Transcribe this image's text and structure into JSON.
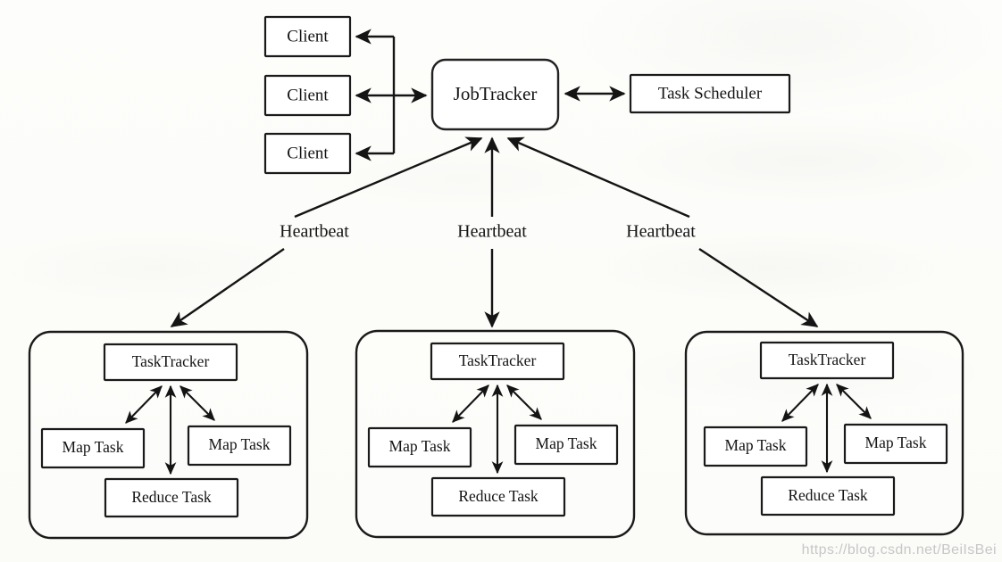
{
  "figure": {
    "type": "architecture-diagram",
    "subject": "Hadoop MapReduce JobTracker / TaskTracker architecture",
    "background_color": "#fdfdfb",
    "ink_color": "#141414"
  },
  "nodes": {
    "clients": [
      {
        "id": "client-1",
        "label": "Client"
      },
      {
        "id": "client-2",
        "label": "Client"
      },
      {
        "id": "client-3",
        "label": "Client"
      }
    ],
    "job_tracker": {
      "id": "job-tracker",
      "label": "JobTracker",
      "shape": "rounded-rect"
    },
    "task_scheduler": {
      "id": "task-scheduler",
      "label": "Task Scheduler",
      "shape": "rect"
    },
    "groups": [
      {
        "id": "tasktracker-node-1",
        "task_tracker": "TaskTracker",
        "map_task_left": "Map Task",
        "map_task_right": "Map Task",
        "reduce_task": "Reduce Task"
      },
      {
        "id": "tasktracker-node-2",
        "task_tracker": "TaskTracker",
        "map_task_left": "Map Task",
        "map_task_right": "Map Task",
        "reduce_task": "Reduce Task"
      },
      {
        "id": "tasktracker-node-3",
        "task_tracker": "TaskTracker",
        "map_task_left": "Map Task",
        "map_task_right": "Map Task",
        "reduce_task": "Reduce Task"
      }
    ]
  },
  "edge_labels": {
    "heartbeat_left": "Heartbeat",
    "heartbeat_center": "Heartbeat",
    "heartbeat_right": "Heartbeat"
  },
  "watermark": {
    "text": "https://blog.csdn.net/BeiIsBei"
  },
  "bleed_through": {
    "line_1": "",
    "line_2": "",
    "line_3": ""
  }
}
